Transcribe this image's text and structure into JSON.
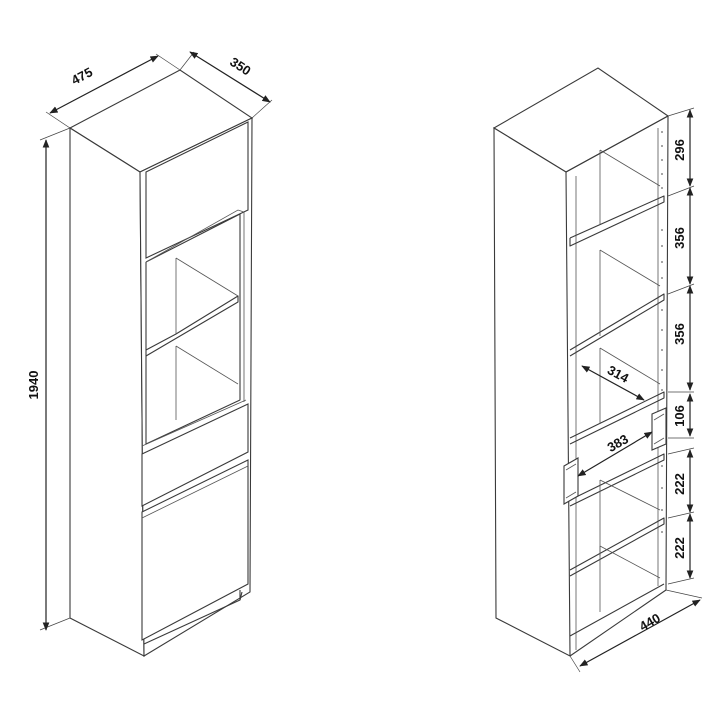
{
  "left_view": {
    "width": "475",
    "depth": "350",
    "height": "1940"
  },
  "right_view": {
    "shelf_1": "296",
    "shelf_2": "356",
    "shelf_3": "356",
    "drawer_height": "106",
    "shelf_5": "222",
    "shelf_6": "222",
    "inner_depth": "314",
    "drawer_depth": "383",
    "base_width": "440"
  }
}
